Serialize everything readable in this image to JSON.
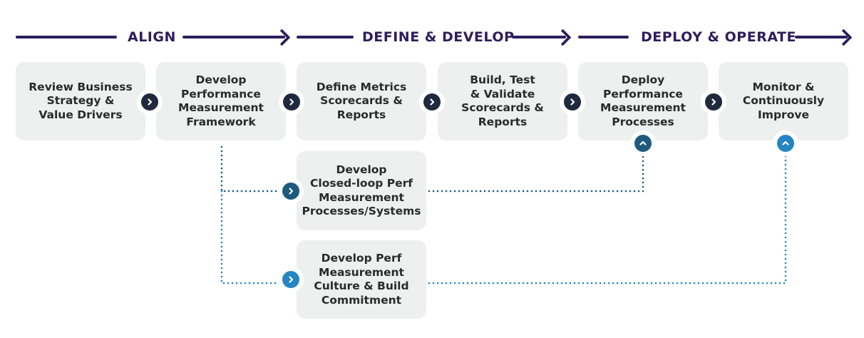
{
  "phases": [
    {
      "label": "ALIGN"
    },
    {
      "label": "DEFINE & DEVELOP"
    },
    {
      "label": "DEPLOY & OPERATE"
    }
  ],
  "steps": [
    {
      "label": "Review Business\nStrategy &\nValue Drivers"
    },
    {
      "label": "Develop\nPerformance\nMeasurement\nFramework"
    },
    {
      "label": "Define Metrics\nScorecards &\nReports"
    },
    {
      "label": "Build, Test\n& Validate\nScorecards &\nReports"
    },
    {
      "label": "Deploy\nPerformance\nMeasurement\nProcesses"
    },
    {
      "label": "Monitor &\nContinuously\nImprove"
    }
  ],
  "branches": [
    {
      "label": "Develop\nClosed-loop Perf\nMeasurement\nProcesses/Systems"
    },
    {
      "label": "Develop Perf\nMeasurement\nCulture & Build\nCommitment"
    }
  ],
  "colors": {
    "phase": "#2b1f5c",
    "box": "#eeefef",
    "connector_dark": "#202a3e",
    "connector_mid": "#1e5a7e",
    "connector_light": "#2585c2"
  }
}
